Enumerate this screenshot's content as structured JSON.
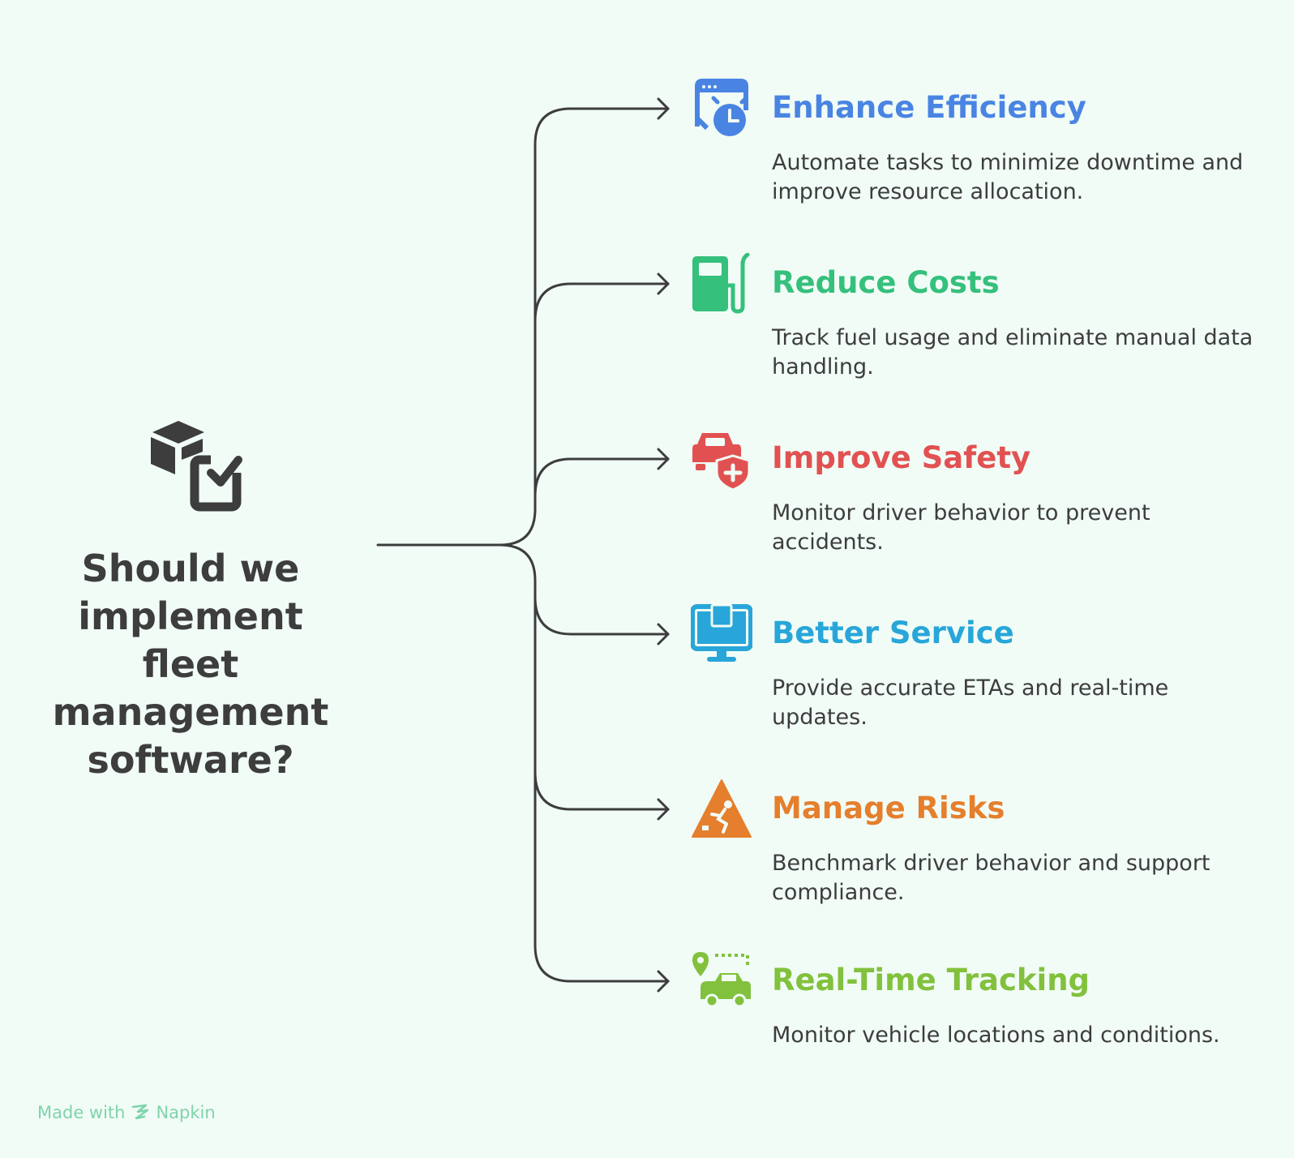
{
  "question": "Should we implement fleet management software?",
  "branches": [
    {
      "title": "Enhance Efficiency",
      "description": "Automate tasks to minimize downtime and improve resource allocation.",
      "color": "#4a84e3",
      "icon": "browser-clock-icon"
    },
    {
      "title": "Reduce Costs",
      "description": "Track fuel usage and eliminate manual data handling.",
      "color": "#35c07c",
      "icon": "fuel-pump-icon"
    },
    {
      "title": "Improve Safety",
      "description": "Monitor driver behavior to prevent accidents.",
      "color": "#e25151",
      "icon": "car-shield-icon"
    },
    {
      "title": "Better Service",
      "description": "Provide accurate ETAs and real-time updates.",
      "color": "#28a6d9",
      "icon": "monitor-package-icon"
    },
    {
      "title": "Manage Risks",
      "description": "Benchmark driver behavior and support compliance.",
      "color": "#e57f2d",
      "icon": "warning-sign-icon"
    },
    {
      "title": "Real-Time Tracking",
      "description": "Monitor vehicle locations and conditions.",
      "color": "#82c13d",
      "icon": "location-car-icon"
    }
  ],
  "footer": {
    "made_with": "Made with",
    "brand": "Napkin",
    "color": "#7fd4aa"
  }
}
